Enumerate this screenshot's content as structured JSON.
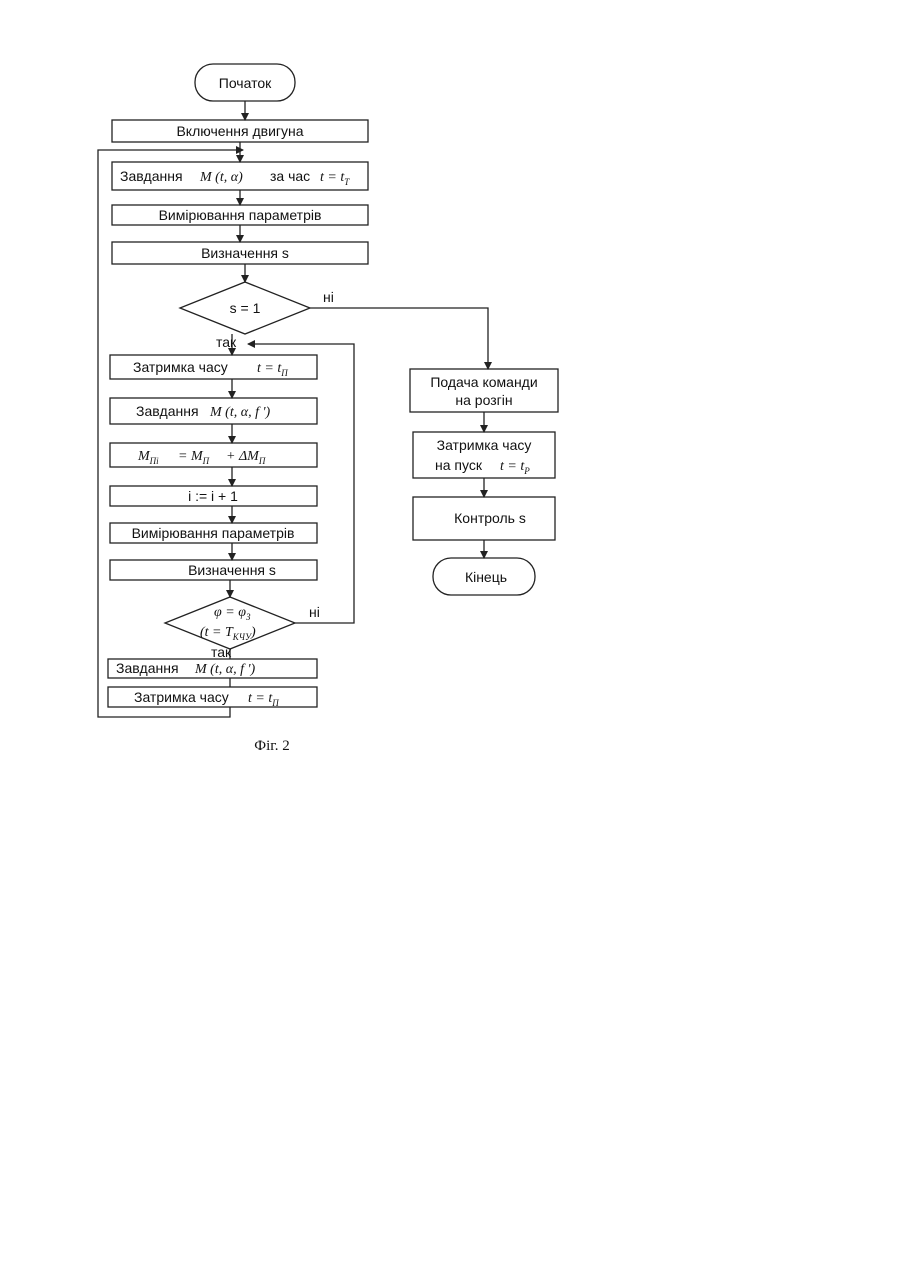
{
  "nodes": {
    "start": "Початок",
    "engine_on": "Включення двигуна",
    "task_time": {
      "label": "Завдання",
      "formula": "M (t, α)",
      "mid": "за час",
      "eq": "t = t",
      "sub": "T"
    },
    "measure_1": "Вимірювання параметрів",
    "determine_1": "Визначення s",
    "decision_s": "s = 1",
    "delay_1": {
      "label": "Затримка часу",
      "eq": "t = t",
      "sub": "П"
    },
    "task_f": {
      "label": "Завдання",
      "formula": "M (t, α, f ')"
    },
    "torque": {
      "lhs": "M",
      "lhs_sub": "Пi",
      "rhs": "= M",
      "rhs_sub": "П",
      "plus": "+ ΔM",
      "plus_sub": "П"
    },
    "increment": "i := i + 1",
    "measure_2": "Вимірювання параметрів",
    "determine_2": "Визначення s",
    "decision_phi": {
      "line1": "φ = φ",
      "line1_sub": "З",
      "line2": "(t = T",
      "line2_sub": "КЧУ",
      "line2_end": ")"
    },
    "task_f_2": {
      "label": "Завдання",
      "formula": "M (t, α, f ')"
    },
    "delay_2": {
      "label": "Затримка часу",
      "eq": "t = t",
      "sub": "П"
    },
    "accel_cmd": [
      "Подача команди",
      "на розгін"
    ],
    "delay_start": {
      "line1": "Затримка часу",
      "line2": "на пуск",
      "eq": "t = t",
      "sub": "P"
    },
    "control_s": "Контроль s",
    "end": "Кінець"
  },
  "edge_labels": {
    "no_1": "ні",
    "yes_1": "так",
    "no_2": "ні",
    "yes_2": "так"
  },
  "caption": "Фіг. 2",
  "colors": {
    "stroke": "#222222",
    "text": "#111111",
    "background": "#ffffff"
  }
}
